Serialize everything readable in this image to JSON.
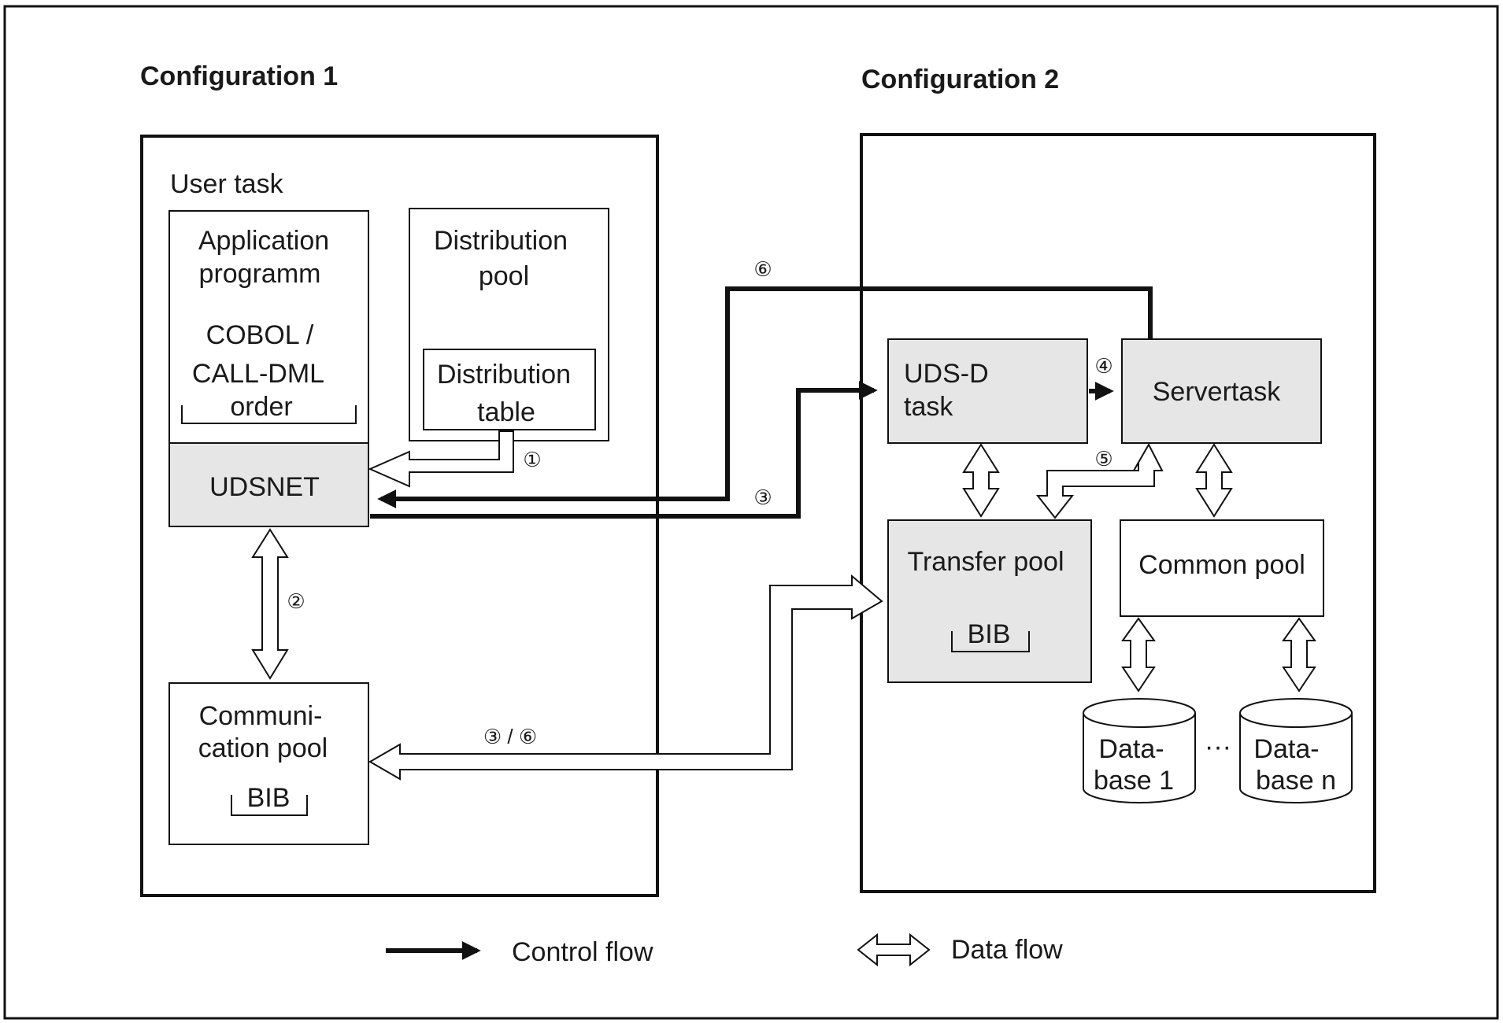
{
  "config1": {
    "title": "Configuration 1",
    "user_task": "User task",
    "application": [
      "Application",
      "programm",
      "COBOL /",
      "CALL-DML",
      "order"
    ],
    "distribution_pool": [
      "Distribution",
      "pool"
    ],
    "distribution_table": [
      "Distribution",
      "table"
    ],
    "udsnet": "UDSNET",
    "communication_pool": [
      "Communi-",
      "cation pool"
    ],
    "bib": "BIB"
  },
  "config2": {
    "title": "Configuration 2",
    "uds_d_task": [
      "UDS-D",
      "task"
    ],
    "servertask": "Servertask",
    "transfer_pool": "Transfer pool",
    "transfer_bib": "BIB",
    "common_pool": "Common pool",
    "database1": [
      "Data-",
      "base 1"
    ],
    "database_n": [
      "Data-",
      "base n"
    ],
    "ellipsis": "···"
  },
  "steps": {
    "s1": "①",
    "s2": "②",
    "s3": "③",
    "s4": "④",
    "s5": "⑤",
    "s6": "⑥",
    "s3_6": "③ / ⑥"
  },
  "legend": {
    "control_flow": "Control flow",
    "data_flow": "Data flow"
  },
  "colors": {
    "box_fill_shaded": "#e6e6e6",
    "line": "#111111",
    "data_arrow_fill": "#ffffff"
  }
}
